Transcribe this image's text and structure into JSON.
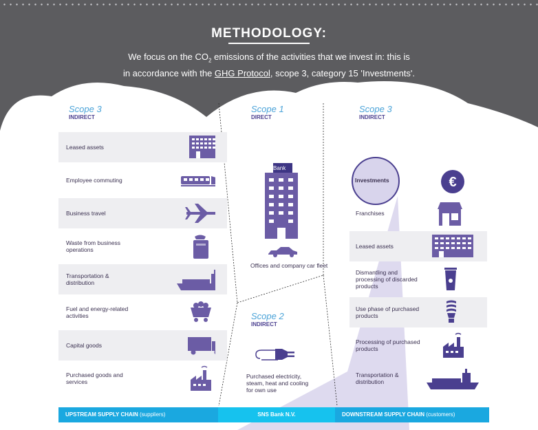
{
  "header": {
    "title": "METHODOLOGY:",
    "line1_pre": "We focus on the CO",
    "line1_sub": "2",
    "line1_post": " emissions of the activities that we invest in: this is",
    "line2_pre": "in accordance with the ",
    "line2_link": "GHG Protocol",
    "line2_post": ", scope 3, category 15 'Investments'."
  },
  "scopes": {
    "left": {
      "name": "Scope 3",
      "type": "INDIRECT"
    },
    "center_top": {
      "name": "Scope 1",
      "type": "DIRECT"
    },
    "center_bottom": {
      "name": "Scope 2",
      "type": "INDIRECT"
    },
    "right": {
      "name": "Scope 3",
      "type": "INDIRECT"
    }
  },
  "upstream": [
    {
      "label": "Leased assets",
      "icon": "office-building-icon"
    },
    {
      "label": "Employee commuting",
      "icon": "train-icon"
    },
    {
      "label": "Business travel",
      "icon": "airplane-icon"
    },
    {
      "label": "Waste from business operations",
      "icon": "waste-bin-icon"
    },
    {
      "label": "Transportation & distribution",
      "icon": "cargo-ship-icon"
    },
    {
      "label": "Fuel and energy-related activities",
      "icon": "coal-cart-icon"
    },
    {
      "label": "Capital goods",
      "icon": "truck-icon"
    },
    {
      "label": "Purchased goods and services",
      "icon": "factory-icon"
    }
  ],
  "center": {
    "bank_sign": "Bank",
    "scope1_label": "Offices and company car fleet",
    "scope2_label": "Purchased electricity, steam, heat and cooling for own use"
  },
  "downstream": [
    {
      "label": "Investments",
      "icon": "euro-coin-icon"
    },
    {
      "label": "Franchises",
      "icon": "shop-icon"
    },
    {
      "label": "Leased assets",
      "icon": "office-building-icon"
    },
    {
      "label": "Dismantling and processing of discarded products",
      "icon": "recycle-bin-icon"
    },
    {
      "label": "Use phase of purchased products",
      "icon": "light-bulb-icon"
    },
    {
      "label": "Processing of purchased products",
      "icon": "factory-icon"
    },
    {
      "label": "Transportation & distribution",
      "icon": "cargo-ship-icon"
    }
  ],
  "footer": {
    "upstream_bold": "UPSTREAM SUPPLY CHAIN",
    "upstream_rest": " (suppliers)",
    "center": "SNS Bank N.V.",
    "downstream_bold": "DOWNSTREAM SUPPLY CHAIN",
    "downstream_rest": " (customers)"
  },
  "colors": {
    "header_bg": "#5c5c5f",
    "purple": "#6b5ca5",
    "dark_purple": "#4a3f8f",
    "scope_blue": "#4ba3d8",
    "footer_blue": "#1aa8e0",
    "footer_center": "#16c2ee"
  }
}
